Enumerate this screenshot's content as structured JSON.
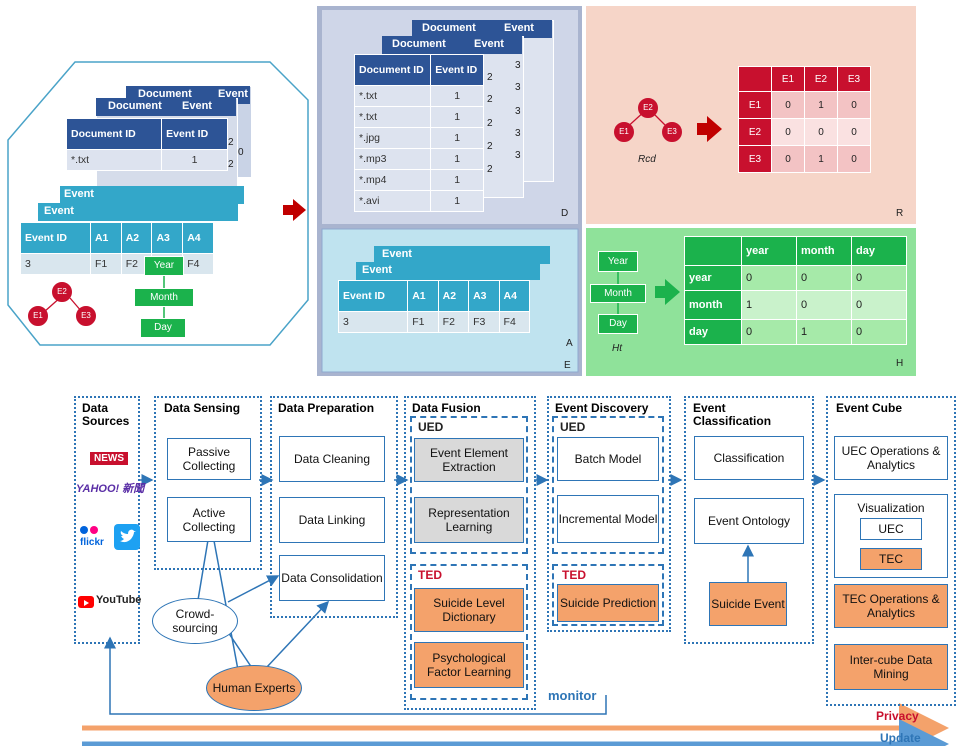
{
  "top": {
    "doc_table": {
      "header": [
        "Document ID",
        "Event ID"
      ],
      "back_headers": [
        "Document",
        "Event"
      ],
      "rows": [
        [
          "*.txt",
          "1"
        ],
        [
          "*.txt",
          "1"
        ],
        [
          "*.jpg",
          "1"
        ],
        [
          "*.mp3",
          "1"
        ],
        [
          "*.mp4",
          "1"
        ],
        [
          "*.avi",
          "1"
        ]
      ],
      "left_rows": [
        [
          "*.txt",
          "1"
        ]
      ],
      "back_cells": [
        "2",
        "2",
        "2",
        "2",
        "2",
        "3",
        "3",
        "3",
        "3",
        "3"
      ],
      "left_back_cells": [
        "2",
        "2",
        "0"
      ]
    },
    "attr_table": {
      "header": [
        "Event ID",
        "A1",
        "A2",
        "A3",
        "A4"
      ],
      "back_headers": [
        "Event",
        "Event"
      ],
      "row": [
        "3",
        "F1",
        "F2",
        "F3",
        "F4"
      ]
    },
    "graph_labels": {
      "center": "E2",
      "left": "E1",
      "right": "E3",
      "r_label": "Rcd",
      "h_label": "Ht"
    },
    "hier": [
      "Year",
      "Month",
      "Day"
    ],
    "r_matrix": {
      "cols": [
        "E1",
        "E2",
        "E3"
      ],
      "rows": [
        [
          "E1",
          "0",
          "1",
          "0"
        ],
        [
          "E2",
          "0",
          "0",
          "0"
        ],
        [
          "E3",
          "0",
          "1",
          "0"
        ]
      ]
    },
    "h_matrix": {
      "cols": [
        "year",
        "month",
        "day"
      ],
      "rows": [
        [
          "year",
          "0",
          "0",
          "0"
        ],
        [
          "month",
          "1",
          "0",
          "0"
        ],
        [
          "day",
          "0",
          "1",
          "0"
        ]
      ]
    },
    "panel_letters": {
      "D": "D",
      "A": "A",
      "E": "E",
      "R": "R",
      "H": "H"
    }
  },
  "framework": {
    "stages": {
      "sources": "Data Sources",
      "sensing": "Data Sensing",
      "prep": "Data Preparation",
      "fusion": "Data Fusion",
      "discovery": "Event Discovery",
      "classification": "Event Classification",
      "cube": "Event Cube"
    },
    "sources": [
      "NEWS",
      "YAHOO! 新聞",
      "flickr",
      "YouTube"
    ],
    "sensing": [
      "Passive Collecting",
      "Active Collecting"
    ],
    "prep": [
      "Data Cleaning",
      "Data Linking",
      "Data Consolidation"
    ],
    "crowd": "Crowd- sourcing",
    "experts": "Human Experts",
    "fusion_ued_label": "UED",
    "fusion_ued": [
      "Event Element Extraction",
      "Representation Learning"
    ],
    "fusion_ted_label": "TED",
    "fusion_ted": [
      "Suicide Level Dictionary",
      "Psychological Factor Learning"
    ],
    "discovery_ued_label": "UED",
    "discovery_ued": [
      "Batch Model",
      "Incremental Model"
    ],
    "discovery_ted_label": "TED",
    "discovery_ted": [
      "Suicide Prediction"
    ],
    "classification": [
      "Classification",
      "Event Ontology",
      "Suicide Event"
    ],
    "cube": {
      "ops": "UEC Operations & Analytics",
      "vis_title": "Visualization",
      "uec": "UEC",
      "tec": "TEC",
      "tec_ops": "TEC Operations & Analytics",
      "inter": "Inter-cube Data Mining"
    },
    "monitor": "monitor",
    "privacy": "Privacy",
    "update": "Update"
  },
  "colors": {
    "blue_dark": "#2d5496",
    "teal": "#33a7c9",
    "green": "#1bb24c",
    "red": "#c8102e",
    "orange": "#f4a26b",
    "line_blue": "#2e75b6"
  }
}
